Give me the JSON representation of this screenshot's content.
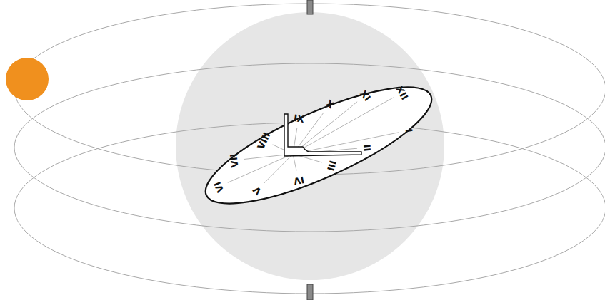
{
  "diagram": {
    "labels": [
      "IX",
      "X",
      "XI",
      "XII",
      "I",
      "II",
      "III",
      "IV",
      "V",
      "VI",
      "VII",
      "VIII"
    ]
  }
}
